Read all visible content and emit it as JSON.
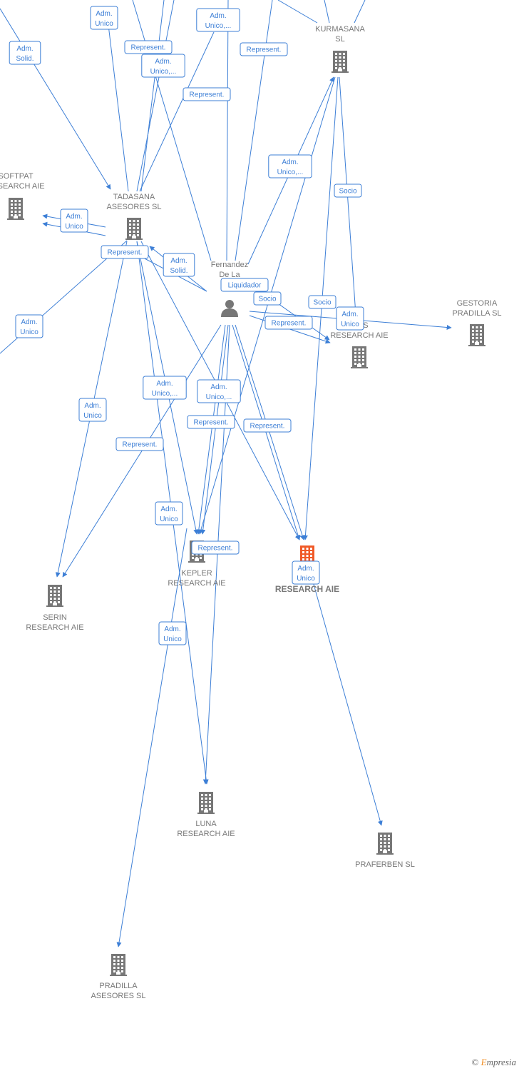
{
  "accent_color": "#3d7fd6",
  "main_company_color": "#f05a28",
  "node_color": "#777777",
  "brand": {
    "copyright": "©",
    "initial": "E",
    "rest": "mpresia"
  },
  "nodes": [
    {
      "id": "kurmasana",
      "kind": "company",
      "lines": [
        "KURMASANA",
        "SL"
      ]
    },
    {
      "id": "softpat",
      "kind": "company",
      "lines": [
        "SOFTPAT",
        "RESEARCH AIE"
      ]
    },
    {
      "id": "tadasana",
      "kind": "company",
      "lines": [
        "TADASANA",
        "ASESORES  SL"
      ]
    },
    {
      "id": "person",
      "kind": "person",
      "lines": [
        "Fernandez",
        "De La",
        "Pra..."
      ]
    },
    {
      "id": "gestoria",
      "kind": "company",
      "lines": [
        "GESTORIA",
        "PRADILLA SL"
      ]
    },
    {
      "id": "os",
      "kind": "company",
      "lines": [
        "...OS",
        "RESEARCH AIE"
      ]
    },
    {
      "id": "kepler",
      "kind": "company",
      "lines": [
        "KEPLER",
        "RESEARCH AIE"
      ]
    },
    {
      "id": "main",
      "kind": "main",
      "lines": [
        "G...S",
        "RESEARCH AIE"
      ]
    },
    {
      "id": "serin",
      "kind": "company",
      "lines": [
        "SERIN",
        "RESEARCH AIE"
      ]
    },
    {
      "id": "luna",
      "kind": "company",
      "lines": [
        "LUNA",
        "RESEARCH AIE"
      ]
    },
    {
      "id": "praferben",
      "kind": "company",
      "lines": [
        "PRAFERBEN SL"
      ]
    },
    {
      "id": "pradilla",
      "kind": "company",
      "lines": [
        "PRADILLA",
        "ASESORES SL"
      ]
    }
  ],
  "edge_labels": [
    {
      "lines": [
        "Adm.",
        "Unico"
      ]
    },
    {
      "lines": [
        "Adm.",
        "Unico,..."
      ]
    },
    {
      "lines": [
        "Represent."
      ]
    },
    {
      "lines": [
        "Adm.",
        "Unico,..."
      ]
    },
    {
      "lines": [
        "Represent."
      ]
    },
    {
      "lines": [
        "Adm.",
        "Solid."
      ]
    },
    {
      "lines": [
        "Represent."
      ]
    },
    {
      "lines": [
        "Adm.",
        "Unico,..."
      ]
    },
    {
      "lines": [
        "Socio"
      ]
    },
    {
      "lines": [
        "Adm.",
        "Unico"
      ]
    },
    {
      "lines": [
        "Represent."
      ]
    },
    {
      "lines": [
        "Adm.",
        "Solid."
      ]
    },
    {
      "lines": [
        "Liquidador"
      ]
    },
    {
      "lines": [
        "Socio"
      ]
    },
    {
      "lines": [
        "Socio"
      ]
    },
    {
      "lines": [
        "Adm.",
        "Unico"
      ]
    },
    {
      "lines": [
        "Represent."
      ]
    },
    {
      "lines": [
        "Adm.",
        "Unico"
      ]
    },
    {
      "lines": [
        "Adm.",
        "Unico,..."
      ]
    },
    {
      "lines": [
        "Adm.",
        "Unico,..."
      ]
    },
    {
      "lines": [
        "Adm.",
        "Unico"
      ]
    },
    {
      "lines": [
        "Represent."
      ]
    },
    {
      "lines": [
        "Represent."
      ]
    },
    {
      "lines": [
        "Represent."
      ]
    },
    {
      "lines": [
        "Adm.",
        "Unico"
      ]
    },
    {
      "lines": [
        "Represent."
      ]
    },
    {
      "lines": [
        "Adm.",
        "Unico"
      ]
    },
    {
      "lines": [
        "Adm.",
        "Unico"
      ]
    }
  ]
}
